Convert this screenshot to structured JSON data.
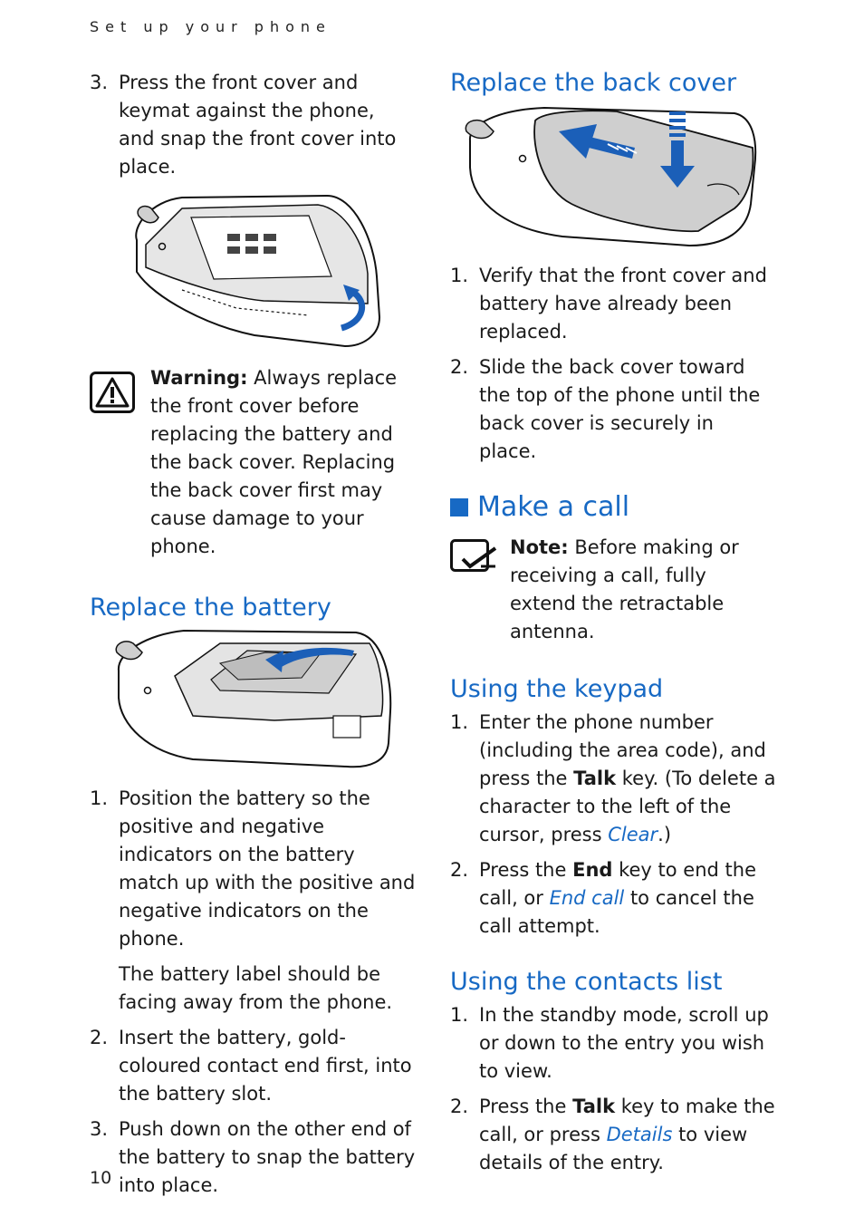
{
  "running_head": "Set up your phone",
  "page_number": "10",
  "left": {
    "front_cover_step": {
      "num": "3.",
      "text": "Press the front cover and keymat against the phone, and snap the front cover into place."
    },
    "warning": {
      "icon": "warning-triangle-icon",
      "label": "Warning:",
      "text": " Always replace the front cover before replacing the battery and the back cover. Replacing the back cover first may cause damage to your phone."
    },
    "replace_battery": {
      "heading": "Replace the battery",
      "steps": [
        {
          "num": "1.",
          "text": "Position the battery so the positive and negative indicators on the battery match up with the positive and negative indicators on the phone."
        },
        {
          "num": "2.",
          "text": "Insert the battery, gold-coloured contact end first, into the battery slot."
        },
        {
          "num": "3.",
          "text": "Push down on the other end of the battery to snap the battery into place."
        }
      ],
      "note_para": "The battery label should be facing away from the phone."
    }
  },
  "right": {
    "replace_back_cover": {
      "heading": "Replace the back cover",
      "steps": [
        {
          "num": "1.",
          "text": "Verify that the front cover and battery have already been replaced."
        },
        {
          "num": "2.",
          "text": "Slide the back cover toward the top of the phone until the back cover is securely in place."
        }
      ]
    },
    "make_a_call": {
      "heading": "Make a call",
      "note": {
        "icon": "note-pencil-icon",
        "label": "Note:",
        "text": " Before making or receiving a call, fully extend the retractable antenna."
      }
    },
    "using_keypad": {
      "heading": "Using the keypad",
      "step1": {
        "num": "1.",
        "a": "Enter the phone number (including the area code), and press the ",
        "key": "Talk",
        "b": " key. (To delete a character to the left of the cursor, press ",
        "softkey": "Clear",
        "c": ".)"
      },
      "step2": {
        "num": "2.",
        "a": "Press the ",
        "key": "End",
        "b": " key to end the call, or ",
        "softkey": "End call",
        "c": " to cancel the call attempt."
      }
    },
    "using_contacts": {
      "heading": "Using the contacts list",
      "step1": {
        "num": "1.",
        "text": "In the standby mode, scroll up or down to the entry you wish to view."
      },
      "step2": {
        "num": "2.",
        "a": "Press the ",
        "key": "Talk",
        "b": " key to make the call, or press ",
        "softkey": "Details",
        "c": " to view details of the entry."
      }
    }
  },
  "colors": {
    "heading": "#1769c4",
    "arrow": "#1b5fb8",
    "text": "#1a1a1a"
  }
}
